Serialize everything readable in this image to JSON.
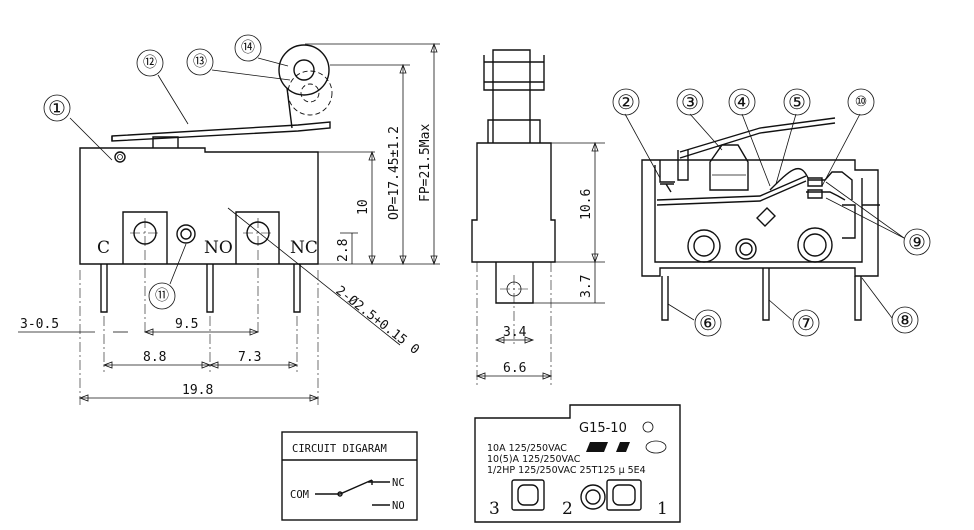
{
  "callouts": {
    "c1": "①",
    "c2": "②",
    "c3": "③",
    "c4": "④",
    "c5": "⑤",
    "c6": "⑥",
    "c7": "⑦",
    "c8": "⑧",
    "c9": "⑨",
    "c10": "⑩",
    "c11": "⑪",
    "c12": "⑫",
    "c13": "⑬",
    "c14": "⑭"
  },
  "front": {
    "terminal_c": "C",
    "terminal_no": "NO",
    "terminal_nc": "NC",
    "dim_3_05": "3-0.5",
    "dim_9_5": "9.5",
    "dim_8_8": "8.8",
    "dim_7_3": "7.3",
    "dim_19_8": "19.8",
    "dim_10": "10",
    "dim_2_8": "2.8",
    "dim_op": "OP=17.45±1.2",
    "dim_fp": "FP=21.5Max",
    "dim_holes": "2-Ø2.5+0.15 0"
  },
  "side": {
    "dim_10_6": "10.6",
    "dim_3_7": "3.7",
    "dim_3_4": "3.4",
    "dim_6_6": "6.6"
  },
  "circuit": {
    "title": "CIRCUIT DIGARAM",
    "com": "COM",
    "nc": "NC",
    "no": "NO"
  },
  "label_plate": {
    "model": "G15-10",
    "line1": "10A 125/250VAC",
    "line2": "10(5)A 125/250VAC",
    "line3": "1/2HP 125/250VAC 25T125 μ 5E4",
    "term3": "3",
    "term2": "2",
    "term1": "1"
  }
}
